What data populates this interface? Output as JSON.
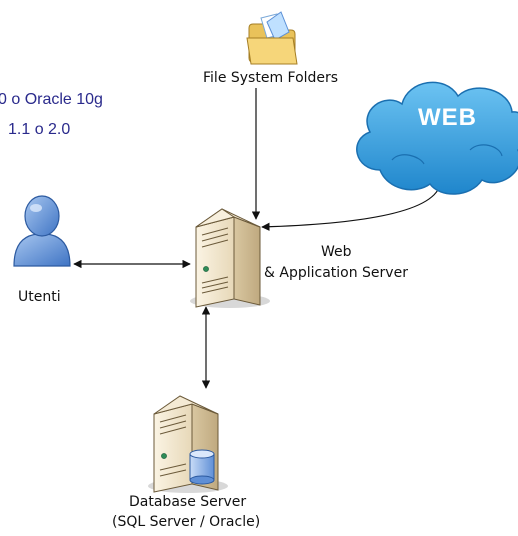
{
  "partial_text": {
    "line1": "0 o Oracle 10g",
    "line2": "1.1 o 2.0"
  },
  "nodes": {
    "folders": {
      "label": "File System Folders",
      "icon": "folder-icon"
    },
    "web": {
      "label": "WEB",
      "icon": "cloud-icon"
    },
    "users": {
      "label": "Utenti",
      "icon": "user-icon"
    },
    "app_server": {
      "label_line1": "Web",
      "label_line2": "& Application Server",
      "icon": "server-tower-icon"
    },
    "db_server": {
      "label_line1": "Database Server",
      "label_line2": "(SQL Server / Oracle)",
      "icon": "database-server-icon"
    }
  },
  "colors": {
    "cloud": "#2f9fe0",
    "user": "#5b8fd6",
    "server": "#efe3c9",
    "db_cylinder": "#8fb4e8",
    "text_blue": "#2a2a8c"
  }
}
